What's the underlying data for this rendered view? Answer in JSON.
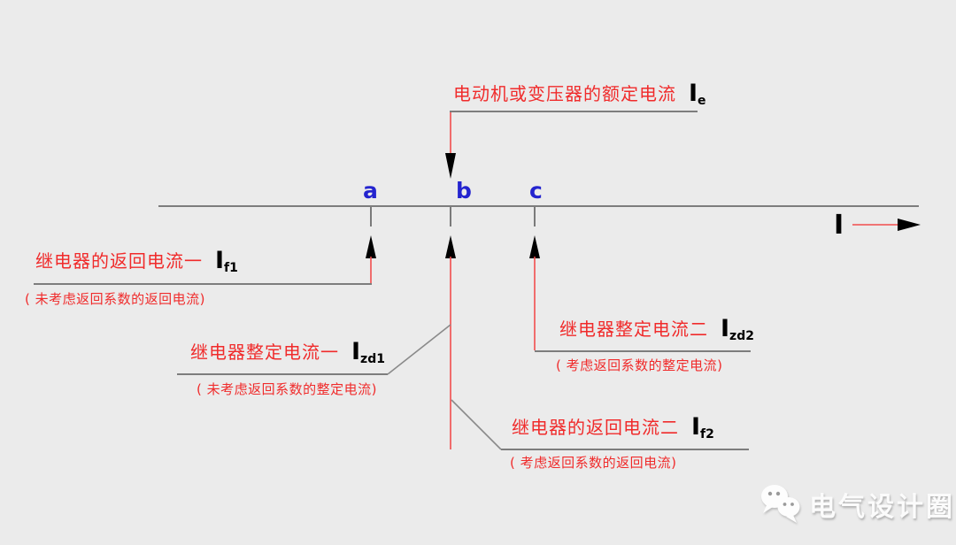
{
  "colors": {
    "background": "#ebebeb",
    "annotation_red": "#f02b2b",
    "leader_red": "#f24d4d",
    "point_blue": "#2424cf",
    "line_gray": "#7d7d7d",
    "symbol_black": "#000000",
    "watermark_white": "#fbfbfb"
  },
  "axis": {
    "points": [
      {
        "label": "a"
      },
      {
        "label": "b"
      },
      {
        "label": "c"
      }
    ],
    "axis_symbol": "I"
  },
  "annotations": {
    "rated": {
      "text": "电动机或变压器的额定电流",
      "symbol": {
        "base": "I",
        "sub": "e"
      }
    },
    "return1": {
      "text": "继电器的返回电流一",
      "symbol": {
        "base": "I",
        "sub": "f1"
      },
      "note": "( 未考虑返回系数的返回电流)"
    },
    "setting1": {
      "text": "继电器整定电流一",
      "symbol": {
        "base": "I",
        "sub": "zd1"
      },
      "note": "( 未考虑返回系数的整定电流)"
    },
    "setting2": {
      "text": "继电器整定电流二",
      "symbol": {
        "base": "I",
        "sub": "zd2"
      },
      "note": "( 考虑返回系数的整定电流)"
    },
    "return2": {
      "text": "继电器的返回电流二",
      "symbol": {
        "base": "I",
        "sub": "f2"
      },
      "note": "( 考虑返回系数的返回电流)"
    }
  },
  "watermark": {
    "text": "电气设计圈",
    "icon": "wechat-logo"
  }
}
